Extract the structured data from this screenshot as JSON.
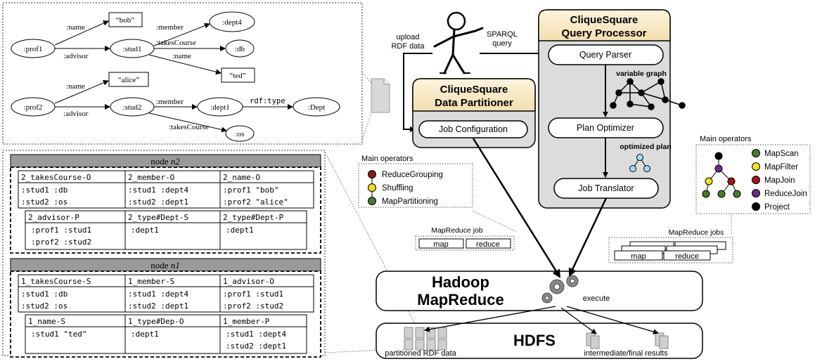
{
  "rdf_graph": {
    "nodes": {
      "prof1": ":prof1",
      "stud1": ":stud1",
      "bob": "“bob”",
      "dept4": ":dept4",
      "db": ":db",
      "ted": "“ted”",
      "alice": "“alice”",
      "prof2": ":prof2",
      "stud2": ":stud2",
      "dept1": ":dept1",
      "Dept": ":Dept",
      "os": ":os"
    },
    "edges": {
      "name1": ":name",
      "advisor1": ":advisor",
      "member1": ":member",
      "takesCourse1": ":takesCourse",
      "name_ted": ":name",
      "name2": ":name",
      "advisor2": ":advisor",
      "member2": ":member",
      "rdftype": "rdf:type",
      "takesCourse2": ":takesCourse"
    }
  },
  "node_n2": {
    "title_prefix": "node ",
    "title_name": "n2",
    "row1": [
      {
        "header": "2_takesCourse-O",
        "cells": [
          ":stud1 :db",
          ":stud2 :os"
        ]
      },
      {
        "header": "2_member-O",
        "cells": [
          ":stud1 :dept4",
          ":stud2 :dept1"
        ]
      },
      {
        "header": "2_name-O",
        "cells": [
          ":prof1 \"bob\"",
          ":prof2 \"alice\""
        ]
      }
    ],
    "row2": [
      {
        "header": "2_advisor-P",
        "cells": [
          ":prof1 :stud1",
          ":prof2 :stud2"
        ]
      },
      {
        "header": "2_type#Dept-S",
        "cells": [
          ":dept1"
        ]
      },
      {
        "header": "2_type#Dept-P",
        "cells": [
          ":dept1"
        ]
      }
    ]
  },
  "node_n1": {
    "title_prefix": "node ",
    "title_name": "n1",
    "row1": [
      {
        "header": "1_takesCourse-S",
        "cells": [
          ":stud1 :db",
          ":stud2 :os"
        ]
      },
      {
        "header": "1_member-S",
        "cells": [
          ":stud1 :dept4",
          ":stud2 :dept1"
        ]
      },
      {
        "header": "1_advisor-O",
        "cells": [
          ":prof1 :stud1",
          ":prof2 :stud2"
        ]
      }
    ],
    "row2": [
      {
        "header": "1_name-S",
        "cells": [
          ":stud1 \"ted\""
        ]
      },
      {
        "header": "1_type#Dep-O",
        "cells": [
          ":dept1"
        ]
      },
      {
        "header": "1_member-P",
        "cells": [
          ":stud1 :dept4",
          ":stud2 :dept1"
        ]
      }
    ]
  },
  "user": {
    "upload_label_1": "upload",
    "upload_label_2": "RDF data",
    "sparql_label_1": "SPARQL",
    "sparql_label_2": "query"
  },
  "partitioner": {
    "title_1": "CliqueSquare",
    "title_2": "Data Partitioner",
    "job_config": "Job Configuration"
  },
  "processor": {
    "title_1": "CliqueSquare",
    "title_2": "Query Processor",
    "parser": "Query Parser",
    "variable_graph": "variable graph",
    "optimizer": "Plan Optimizer",
    "optimized_plan": "optimized plan",
    "translator": "Job Translator"
  },
  "legend_left": {
    "title": "Main operators",
    "items": [
      {
        "label": "ReduceGrouping",
        "color": "#8b1a1a"
      },
      {
        "label": "Shuffling",
        "color": "#f0e020"
      },
      {
        "label": "MapPartitioning",
        "color": "#4a7a2a"
      }
    ],
    "mr_job": "MapReduce job",
    "map": "map",
    "reduce": "reduce"
  },
  "legend_right": {
    "title": "Main operators",
    "items": [
      {
        "label": "MapScan",
        "color": "#4a7a2a"
      },
      {
        "label": "MapFilter",
        "color": "#f0e020"
      },
      {
        "label": "MapJoin",
        "color": "#a01818"
      },
      {
        "label": "ReduceJoin",
        "color": "#6a2a8a"
      },
      {
        "label": "Project",
        "color": "#000000"
      }
    ],
    "mr_jobs": "MapReduce jobs",
    "map": "map",
    "reduce": "reduce"
  },
  "hadoop": {
    "title_1": "Hadoop",
    "title_2": "MapReduce",
    "execute": "execute"
  },
  "hdfs": {
    "title": "HDFS",
    "partitioned": "partitioned RDF data",
    "results": "intermediate/final results"
  }
}
